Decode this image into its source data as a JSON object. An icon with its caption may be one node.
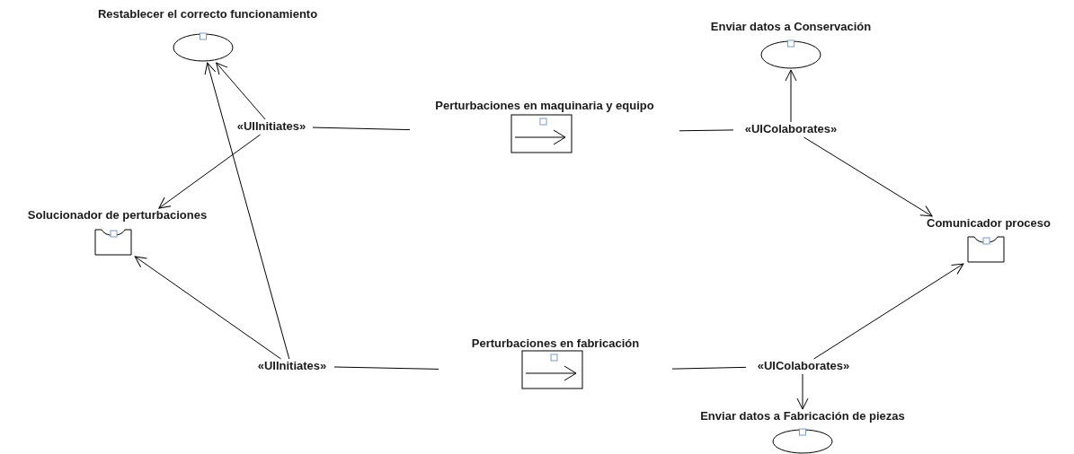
{
  "diagram": {
    "nodes": [
      {
        "text": [
          "Restablecer el correcto funcionamiento"
        ]
      },
      {
        "text": [
          "Enviar datos a Conservación"
        ]
      },
      {
        "text": [
          "«UIInitiates»"
        ]
      },
      {
        "text": [
          "Perturbaciones en maquinaria y equipo"
        ]
      },
      {
        "text": [
          "«UIColaborates»"
        ]
      },
      {
        "text": [
          "Solucionador de perturbaciones"
        ]
      },
      {
        "text": [
          "Comunicador proceso"
        ]
      },
      {
        "text": [
          "«UIInitiates»"
        ]
      },
      {
        "text": [
          "Perturbaciones en fabricación"
        ]
      },
      {
        "text": [
          "«UIColaborates»"
        ]
      },
      {
        "text": [
          "Enviar datos a Fabricación de piezas"
        ]
      }
    ],
    "edges": [
      {
        "from": 2,
        "to": 0,
        "arrow": "to"
      },
      {
        "from": 2,
        "to": 5,
        "arrow": "to"
      },
      {
        "from": 2,
        "to": 3,
        "arrow": "none"
      },
      {
        "from": 3,
        "to": 4,
        "arrow": "none"
      },
      {
        "from": 4,
        "to": 1,
        "arrow": "to"
      },
      {
        "from": 4,
        "to": 6,
        "arrow": "to"
      },
      {
        "from": 7,
        "to": 5,
        "arrow": "to"
      },
      {
        "from": 7,
        "to": 0,
        "arrow": "to"
      },
      {
        "from": 7,
        "to": 8,
        "arrow": "none"
      },
      {
        "from": 8,
        "to": 9,
        "arrow": "none"
      },
      {
        "from": 9,
        "to": 6,
        "arrow": "to"
      },
      {
        "from": 9,
        "to": 10,
        "arrow": "to"
      }
    ]
  }
}
